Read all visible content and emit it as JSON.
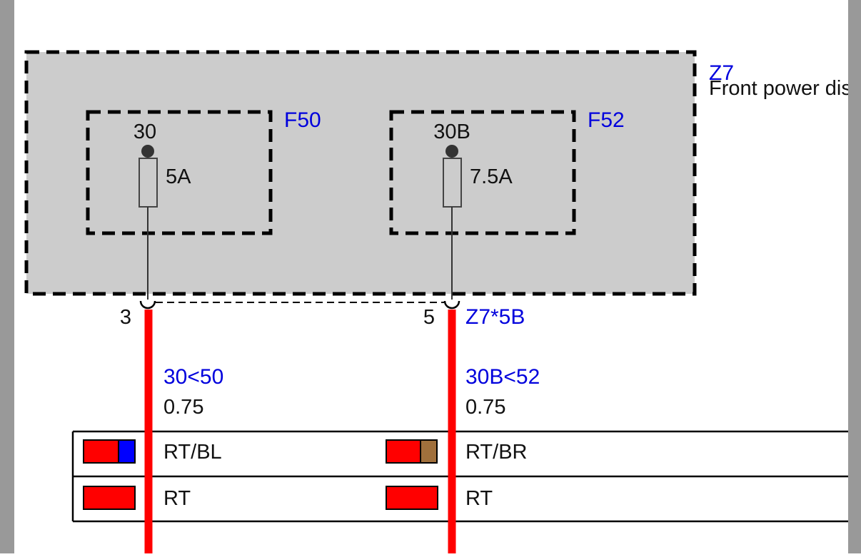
{
  "module": {
    "id": "Z7",
    "name": "Front power distribution box",
    "fill_color": "#cccccc"
  },
  "fuses": [
    {
      "id": "F50",
      "terminal": "30",
      "rating": "5A",
      "pin": "3"
    },
    {
      "id": "F52",
      "terminal": "30B",
      "rating": "7.5A",
      "pin": "5"
    }
  ],
  "connector": {
    "id": "Z7*5B"
  },
  "wires": [
    {
      "signal": "30<50",
      "cross_section": "0.75",
      "color_hex": "#ff0000"
    },
    {
      "signal": "30B<52",
      "cross_section": "0.75",
      "color_hex": "#ff0000"
    }
  ],
  "legend": {
    "rows": [
      {
        "left_code": "RT/BL",
        "left_swatch": [
          "#ff0000",
          "#0000ff"
        ],
        "right_code": "RT/BR",
        "right_swatch": [
          "#ff0000",
          "#a0703c"
        ]
      },
      {
        "left_code": "RT",
        "left_swatch": [
          "#ff0000"
        ],
        "right_code": "RT",
        "right_swatch": [
          "#ff0000"
        ]
      }
    ]
  },
  "colors": {
    "label_blue": "#0000dd",
    "wire_red": "#ff0000",
    "frame_gray": "#999999"
  }
}
